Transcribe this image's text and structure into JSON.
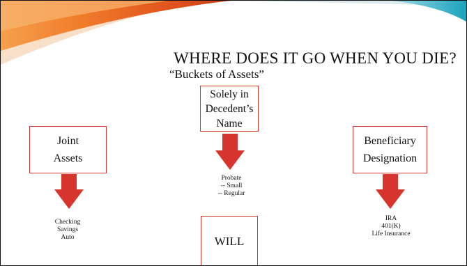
{
  "slide": {
    "title": "WHERE DOES IT GO WHEN YOU DIE?",
    "subtitle": "“Buckets of Assets”"
  },
  "buckets": {
    "solely": {
      "lines": [
        "Solely in",
        "Decedent’s",
        "Name"
      ]
    },
    "joint": {
      "lines": [
        "Joint",
        "Assets"
      ]
    },
    "beneficiary": {
      "lines": [
        "Beneficiary",
        "Designation"
      ]
    }
  },
  "outcomes": {
    "probate": [
      "Probate",
      "-- Small",
      "-- Regular"
    ],
    "joint": [
      "Checking",
      "Savings",
      "Auto"
    ],
    "beneficiary": [
      "IRA",
      "401(K)",
      "Life Insurance"
    ]
  },
  "will_box": {
    "label": "WILL"
  },
  "colors": {
    "accent": "#d6342c",
    "swoosh_orange": "#f07c2a",
    "swoosh_teal": "#2bb5c9"
  }
}
